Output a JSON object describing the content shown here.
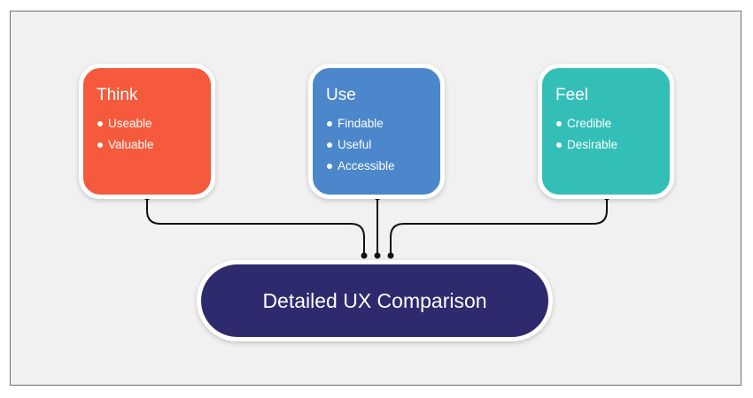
{
  "diagram": {
    "colors": {
      "think": "#f45a3b",
      "use": "#4b87ca",
      "feel": "#33bfb8",
      "center": "#2e2a6e",
      "connector": "#111111"
    },
    "cards": [
      {
        "title": "Think",
        "items": [
          "Useable",
          "Valuable"
        ]
      },
      {
        "title": "Use",
        "items": [
          "Findable",
          "Useful",
          "Accessible"
        ]
      },
      {
        "title": "Feel",
        "items": [
          "Credible",
          "Desirable"
        ]
      }
    ],
    "center": {
      "label": "Detailed UX Comparison"
    }
  }
}
